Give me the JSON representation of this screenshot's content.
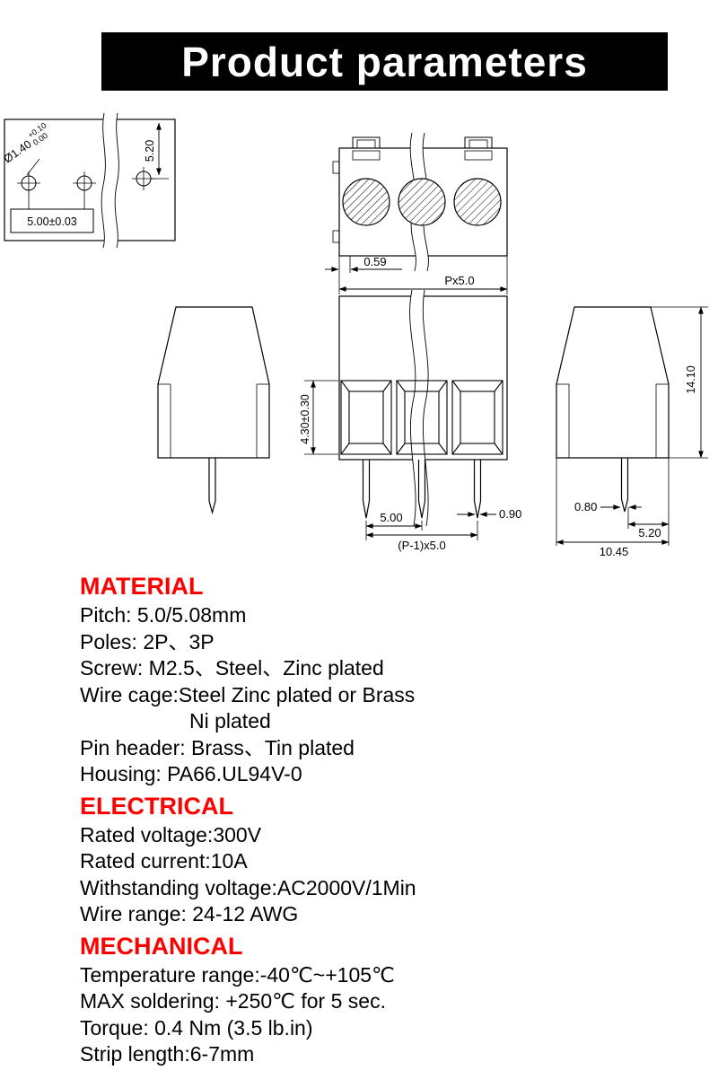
{
  "header": {
    "title": "Product parameters"
  },
  "colors": {
    "accent": "#ff0000",
    "header_bg": "#000000",
    "header_text": "#ffffff",
    "line": "#000000"
  },
  "drawings": {
    "footprint": {
      "hole_dia": "Ø1.40",
      "tol_plus": "+0.10",
      "tol_zero": "0.00",
      "hole_pitch": "5.00±0.03",
      "pad_offset": "5.20"
    },
    "front_view": {
      "edge_offset": "0.59",
      "pole_pitch": "Px5.0"
    },
    "section_view": {
      "opening_height": "4.30±0.30",
      "pin_pitch": "5.00",
      "pin_width": "0.90",
      "pin_span": "(P-1)x5.0"
    },
    "side_view": {
      "body_height": "14.10",
      "pin_thickness": "0.80",
      "pin_edge_offset": "5.20",
      "body_depth": "10.45"
    }
  },
  "sections": [
    {
      "heading": "MATERIAL",
      "lines": [
        "Pitch: 5.0/5.08mm",
        "Poles: 2P、3P",
        "Screw: M2.5、Steel、Zinc plated",
        "Wire cage:Steel Zinc plated or Brass",
        "Ni plated",
        "Pin header: Brass、Tin plated",
        "Housing: PA66.UL94V-0"
      ]
    },
    {
      "heading": "ELECTRICAL",
      "lines": [
        "Rated voltage:300V",
        "Rated current:10A",
        "Withstanding voltage:AC2000V/1Min",
        "Wire range: 24-12 AWG"
      ]
    },
    {
      "heading": "MECHANICAL",
      "lines": [
        "Temperature range:-40℃~+105℃",
        "MAX soldering: +250℃ for 5 sec.",
        "Torque: 0.4 Nm (3.5 lb.in)",
        "Strip length:6-7mm"
      ]
    }
  ]
}
